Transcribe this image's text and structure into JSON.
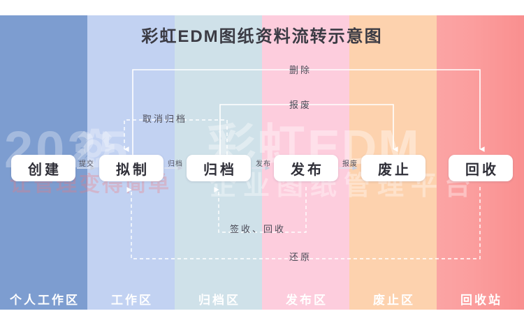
{
  "title": "彩虹EDM图纸资料流转示意图",
  "watermark": {
    "year": "2025",
    "slogan": "让管理变得简单",
    "brand": "彩虹EDM",
    "platform": "企业图纸管理平台",
    "gear_icon": "gear-icon"
  },
  "columns": [
    {
      "zone": "个人工作区",
      "color": "#7d9dd0"
    },
    {
      "zone": "工作区",
      "color": "#c2d2f2"
    },
    {
      "zone": "归档区",
      "color": "#cfe1e9"
    },
    {
      "zone": "发布区",
      "color": "#fdcddd"
    },
    {
      "zone": "废止区",
      "color": "#fdd2ae"
    },
    {
      "zone": "回收站",
      "color": "#fba4a4"
    }
  ],
  "nodes": [
    {
      "label": "创建"
    },
    {
      "label": "拟制"
    },
    {
      "label": "归档"
    },
    {
      "label": "发布"
    },
    {
      "label": "废止"
    },
    {
      "label": "回收"
    }
  ],
  "step_arrows": [
    {
      "label": "提交",
      "from": "创建",
      "to": "拟制"
    },
    {
      "label": "归档",
      "from": "拟制",
      "to": "归档"
    },
    {
      "label": "发布",
      "from": "归档",
      "to": "发布"
    },
    {
      "label": "报废",
      "from": "发布",
      "to": "废止"
    }
  ],
  "flow_lines": [
    {
      "label": "删除",
      "style": "solid",
      "from": "创建",
      "to": "回收"
    },
    {
      "label": "报废",
      "style": "solid",
      "from": "归档",
      "to": "废止"
    },
    {
      "label": "取消归档",
      "style": "dashed",
      "from": "归档",
      "to": "拟制"
    },
    {
      "label": "签收、回收",
      "style": "dashed",
      "from": "发布",
      "to": "归档"
    },
    {
      "label": "还原",
      "style": "dashed",
      "from": "回收",
      "to": "拟制"
    }
  ],
  "colors": {
    "title_text": "#3b3b44",
    "node_text": "#2f2f38",
    "node_bg": "#ffffff",
    "zone_text": "#ffffff",
    "line_white": "#ffffff",
    "page_bg": "#ffffff"
  }
}
